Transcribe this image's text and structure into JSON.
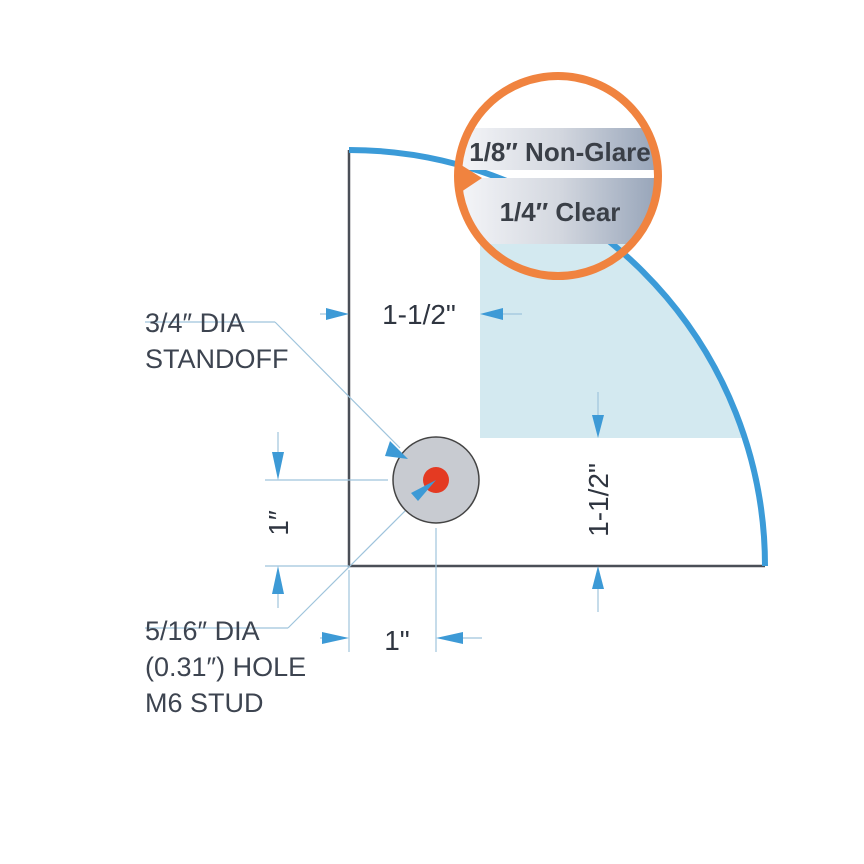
{
  "glass_options": [
    "1/8″ Non-Glare",
    "1/4″ Clear"
  ],
  "dimensions": {
    "top_offset": "1-1/2\"",
    "side_offset": "1-1/2\"",
    "hole_vertical": "1″",
    "hole_horizontal": "1\""
  },
  "callouts": {
    "standoff": [
      "3/4″ DIA",
      "STANDOFF"
    ],
    "hole": [
      "5/16″ DIA",
      "(0.31″) HOLE",
      "M6 STUD"
    ]
  },
  "colors": {
    "edge": "#3b9bd8",
    "magnifier": "#f0833f",
    "hole": "#e43a22",
    "standoff": "#c8cbd1",
    "shade": "#d3e9f0"
  }
}
